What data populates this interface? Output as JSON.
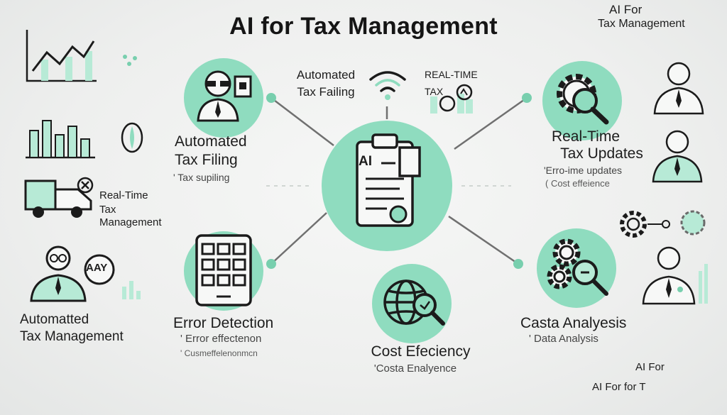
{
  "title": "AI for Tax Management",
  "corner_top": {
    "line1": "AI For",
    "line2": "Tax Management"
  },
  "hub": {
    "doc_label": "AI"
  },
  "top_center": {
    "left_line1": "Automated",
    "left_line2": "Tax Failing",
    "right_line1": "REAL-TIME",
    "right_line2": "TAX"
  },
  "nodes": {
    "filing": {
      "line1": "Automated",
      "line2": "Tax Filing",
      "sub": "' Tax  supiling"
    },
    "updates": {
      "line1": "Real-Time",
      "line2": "Tax Updates",
      "sub1": "'Erro-ime updates",
      "sub2": "( Cost effeience"
    },
    "error": {
      "title": "Error Detection",
      "sub": "' Error effectenon",
      "sub2": "' Cusmeffelenonmcn"
    },
    "cost": {
      "title": "Cost Efeciency",
      "sub": "'Costa Enalyence"
    },
    "data": {
      "title": "Casta Analyesis",
      "sub": "' Data Analysis"
    }
  },
  "left_panel": {
    "truck_line1": "Real-Time",
    "truck_line2": "Tax",
    "truck_line3": "Management",
    "badge": "AAY",
    "person_line1": "Automatted",
    "person_line2": "Tax Management"
  },
  "bottom_right": {
    "line1": "AI For",
    "line2": "AI For for T"
  },
  "colors": {
    "accent": "#8fdcbf",
    "accent_light": "#b7ead6",
    "ink": "#1b1b1b",
    "line": "#6f6f6f",
    "dot": "#78cfae"
  }
}
